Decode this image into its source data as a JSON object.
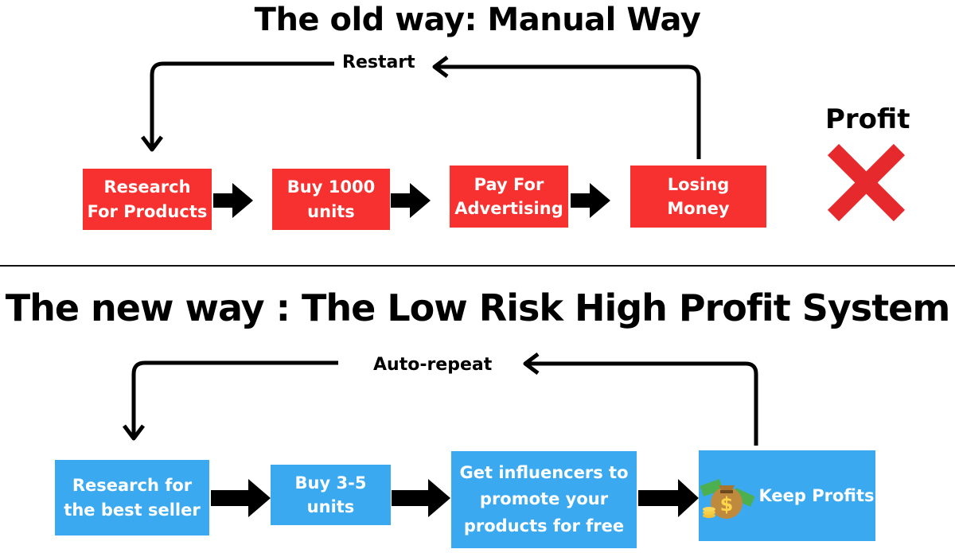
{
  "old_way": {
    "title": "The old way: Manual Way",
    "loop_label": "Restart",
    "steps": [
      {
        "line1": "Research",
        "line2": "For Products"
      },
      {
        "line1": "Buy 1000",
        "line2": "units"
      },
      {
        "line1": "Pay For",
        "line2": "Advertising"
      },
      {
        "line1": "Losing",
        "line2": "Money"
      }
    ],
    "profit_label": "Profit",
    "profit_icon": "red-x-icon",
    "box_color": "#f7312f"
  },
  "new_way": {
    "title": "The new way : The Low Risk High Profit System",
    "loop_label": "Auto-repeat",
    "steps": [
      {
        "line1": "Research for",
        "line2": "the best seller"
      },
      {
        "line1": "Buy 3-5",
        "line2": "units"
      },
      {
        "line1": "Get influencers to",
        "line2": "promote your",
        "line3": "products for free"
      },
      {
        "line1": "Keep Profits"
      }
    ],
    "final_icon": "money-bag-icon",
    "box_color": "#3aa9f0"
  }
}
